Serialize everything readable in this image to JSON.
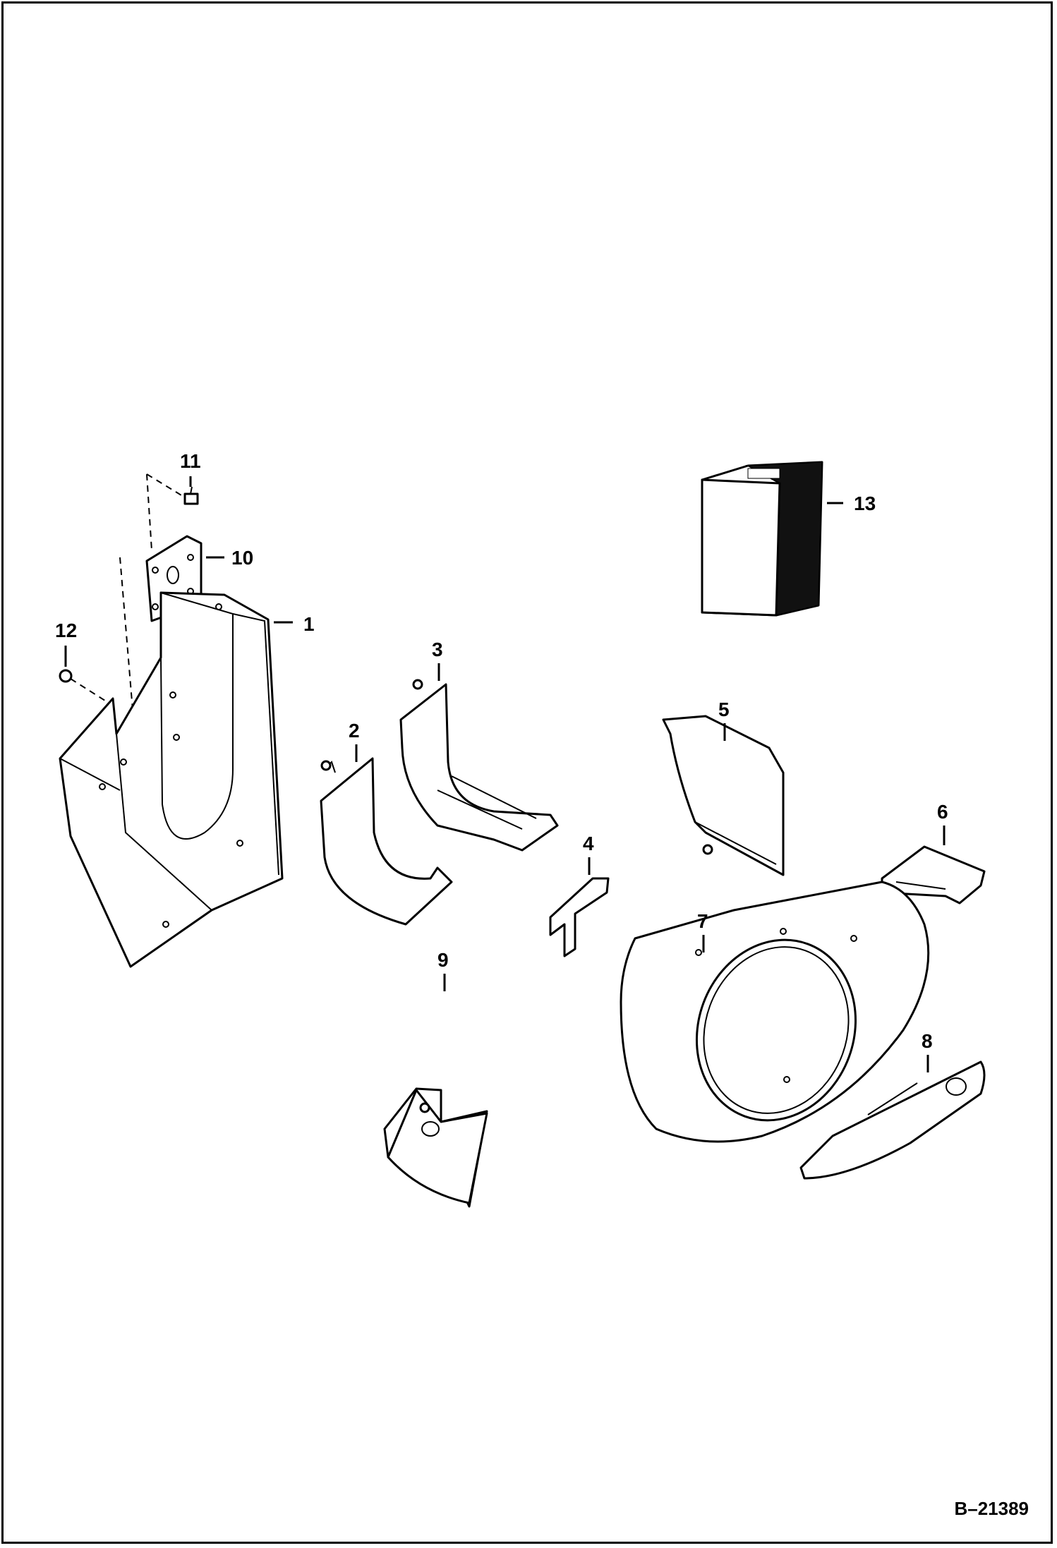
{
  "drawing_id": "B–21389",
  "callouts": {
    "c1": "1",
    "c2": "2",
    "c3": "3",
    "c4": "4",
    "c5": "5",
    "c6": "6",
    "c7": "7",
    "c8": "8",
    "c9": "9",
    "c10": "10",
    "c11": "11",
    "c12": "12",
    "c13": "13"
  }
}
